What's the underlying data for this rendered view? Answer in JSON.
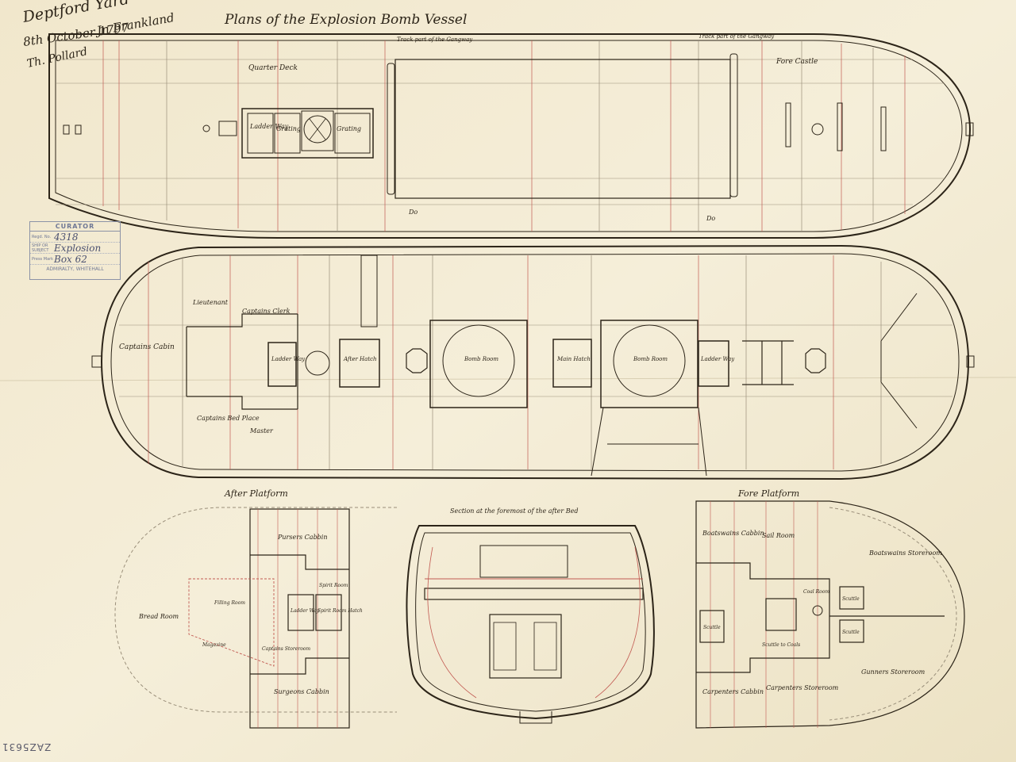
{
  "header": {
    "yard": "Deptford Yard",
    "date": "8th October 1797",
    "signature_1": "Jn Frankland",
    "signature_2": "Th. Pollard",
    "title": "Plans of the Explosion Bomb Vessel"
  },
  "stamp": {
    "header": "CURATOR",
    "labels": [
      "Regd. No.",
      "SHIP OR SUBJECT",
      "Press Mark"
    ],
    "regd_no": "4318",
    "subject": "Explosion",
    "press_mark": "Box 62",
    "footer": "ADMIRALTY, WHITEHALL"
  },
  "upper_deck": {
    "labels": [
      "Quarter Deck",
      "Ladder Way",
      "Grating",
      "Grating",
      "Track part of the Gangway",
      "Track part of the Gangway",
      "Fore Castle",
      "Do",
      "Do"
    ]
  },
  "lower_deck": {
    "labels": [
      "Lieutenant",
      "Captains Clerk",
      "Captains Cabin",
      "Ladder Way",
      "After Hatch",
      "Bomb Room",
      "Main Hatch",
      "Bomb Room",
      "Ladder Way",
      "Captains Bed Place",
      "Master"
    ]
  },
  "after_platform": {
    "title": "After Platform",
    "labels": [
      "Pursers Cabbin",
      "Bread Room",
      "Spirit Room",
      "Ladder Way",
      "Spirit Room Hatch",
      "Magazine",
      "Captains Storeroom",
      "Surgeons Cabbin",
      "Filling Room"
    ]
  },
  "section": {
    "title": "Section at the foremost of the after Bed"
  },
  "fore_platform": {
    "title": "Fore Platform",
    "labels": [
      "Boatswains Cabbin",
      "Sail Room",
      "Boatswains Storeroom",
      "Coal Room",
      "Scuttle",
      "Scuttle",
      "Scuttle",
      "Scuttle to Coals",
      "Carpenters Cabbin",
      "Carpenters Storeroom",
      "Gunners Storeroom"
    ]
  },
  "catalogue_number": "ZAZ5631",
  "colors": {
    "paper": "#f3ecd6",
    "ink": "#2c2418",
    "red_line": "#c25a52",
    "stamp": "#6f7895"
  }
}
